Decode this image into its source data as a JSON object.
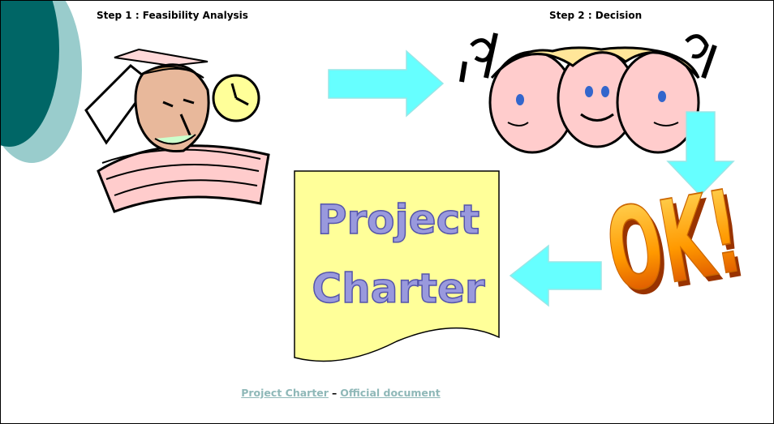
{
  "steps": {
    "step1": "Step 1 : Feasibility Analysis",
    "step2": "Step 2 : Decision"
  },
  "document": {
    "line1": "Project",
    "line2": "Charter"
  },
  "ok_label": "OK!",
  "caption": {
    "link1": "Project Charter",
    "separator": "–",
    "link2": "Official document"
  },
  "colors": {
    "arrow": "#66ffff",
    "arrow_stroke": "#99e6e6",
    "document_fill": "#ffff99",
    "document_text": "#8a8fd4",
    "ok_top": "#ffcc00",
    "ok_bottom": "#cc3300",
    "circle_dark": "#006666",
    "circle_light": "#99cccc",
    "link": "#8fb8b8"
  },
  "icons": [
    "reading-man-clipart",
    "confused-faces-clipart"
  ]
}
